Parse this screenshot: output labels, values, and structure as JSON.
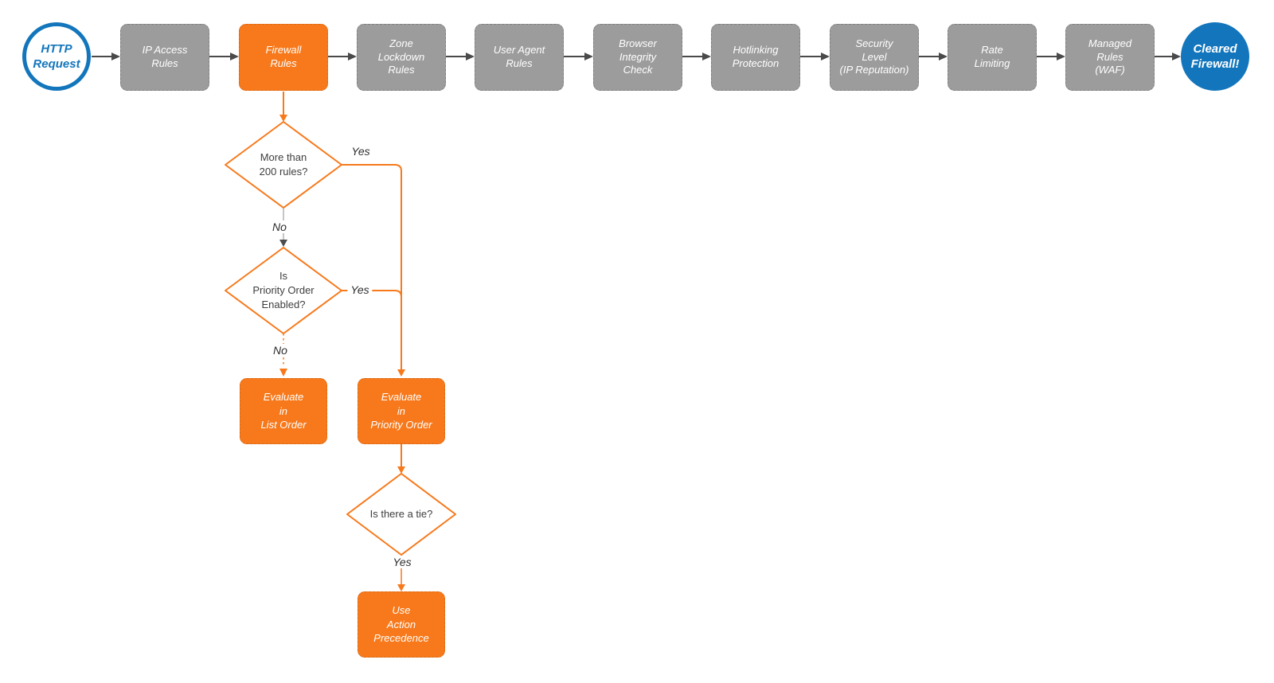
{
  "colors": {
    "accent_orange": "#f7791b",
    "accent_blue": "#1376bc",
    "node_gray": "#9c9c9c",
    "arrow_dark": "#4a4a4a",
    "connector_light_gray": "#b3b3b3"
  },
  "nodes": {
    "start": {
      "label": "HTTP\nRequest"
    },
    "steps": [
      {
        "id": "ip-access-rules",
        "label": "IP Access\nRules"
      },
      {
        "id": "firewall-rules",
        "label": "Firewall\nRules"
      },
      {
        "id": "zone-lockdown-rules",
        "label": "Zone\nLockdown\nRules"
      },
      {
        "id": "user-agent-rules",
        "label": "User Agent\nRules"
      },
      {
        "id": "browser-integrity-check",
        "label": "Browser\nIntegrity\nCheck"
      },
      {
        "id": "hotlinking-protection",
        "label": "Hotlinking\nProtection"
      },
      {
        "id": "security-level",
        "label": "Security\nLevel\n(IP Reputation)"
      },
      {
        "id": "rate-limiting",
        "label": "Rate\nLimiting"
      },
      {
        "id": "managed-rules-waf",
        "label": "Managed\nRules\n(WAF)"
      }
    ],
    "end": {
      "label": "Cleared\nFirewall!"
    },
    "decisions": {
      "more_than_200": {
        "label": "More than\n200 rules?"
      },
      "priority_enabled": {
        "label": "Is\nPriority Order\nEnabled?"
      },
      "tie": {
        "label": "Is there a tie?"
      }
    },
    "actions": {
      "evaluate_list": {
        "label": "Evaluate\nin\nList Order"
      },
      "evaluate_priority": {
        "label": "Evaluate\nin\nPriority Order"
      },
      "action_precedence": {
        "label": "Use\nAction\nPrecedence"
      }
    }
  },
  "edge_labels": {
    "d1_yes": "Yes",
    "d1_no": "No",
    "d2_yes": "Yes",
    "d2_no": "No",
    "d3_yes": "Yes"
  }
}
